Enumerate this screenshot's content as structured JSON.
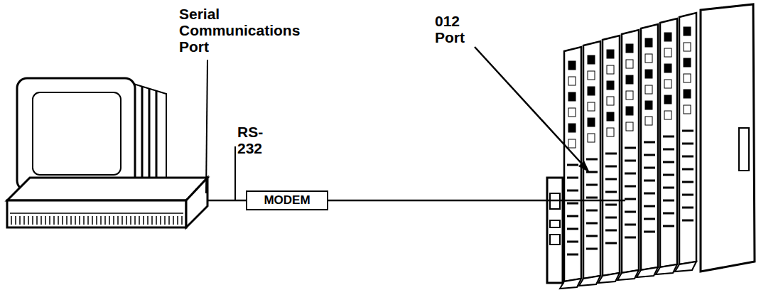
{
  "diagram": {
    "nodes": [
      {
        "text": [
          "MODEM"
        ]
      }
    ],
    "labels": [
      "Serial Communications Port",
      "RS-232",
      "012 Port"
    ]
  }
}
